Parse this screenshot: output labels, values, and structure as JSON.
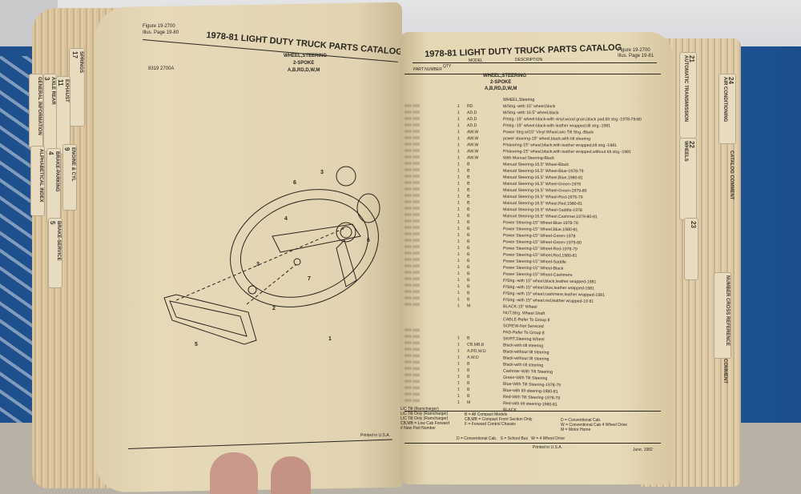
{
  "scene": "Open 1978-81 Light Duty Truck Parts Catalog binder showing steering wheel pages",
  "left_page": {
    "figure_ref": "Figure 19-2700",
    "illus_ref": "Illus. Page 19-80",
    "title": "1978-81 LIGHT DUTY TRUCK PARTS CATALOG",
    "section_title": "WHEEL,STEERING",
    "section_sub": "2-SPOKE",
    "section_models": "A,B,RD,D,W,M",
    "drawing_code": "8319 2700A",
    "footer": "Printed in U.S.A.",
    "diagram_callouts": [
      "1",
      "2",
      "3",
      "3",
      "4",
      "5",
      "6",
      "6",
      "7"
    ]
  },
  "right_page": {
    "figure_ref": "Figure 19-2700",
    "illus_ref": "Illus. Page 19-81",
    "title": "1978-81 LIGHT DUTY TRUCK PARTS CATALOG",
    "columns": [
      "PART NUMBER",
      "QTY",
      "MODEL",
      "DESCRIPTION"
    ],
    "section_title": "WHEEL,STEERING",
    "section_sub": "2-SPOKE",
    "section_models": "A,B,RD,D,W,M",
    "rows": [
      {
        "pn": "",
        "qty": "",
        "model": "",
        "desc": "WHEEL,Steering"
      },
      {
        "pn": "### ###",
        "qty": "1",
        "model": "RD",
        "desc": "M/Strg.-with 15\" wheel,black"
      },
      {
        "pn": "### ###",
        "qty": "1",
        "model": "AD,D",
        "desc": "M/Strg.-with 16.5\" wheel,black"
      },
      {
        "pn": "### ###",
        "qty": "1",
        "model": "AD,D",
        "desc": "P/strg.-15\" wheel-black-with vinyl,wood grain,black pad,tilt strg.-1978-79-80"
      },
      {
        "pn": "### ###",
        "qty": "1",
        "model": "AD,D",
        "desc": "P/strg.-15\" wheel-black-with leather wrapped,tilt strg.-1981"
      },
      {
        "pn": "### ###",
        "qty": "1",
        "model": "AW,W",
        "desc": "Power Strg.w/15\" Vinyl Wheel,w/o Tilt Strg.-Black"
      },
      {
        "pn": "### ###",
        "qty": "1",
        "model": "AW,W",
        "desc": "power steering-15\" wheel,black,with tilt steering"
      },
      {
        "pn": "### ###",
        "qty": "1",
        "model": "AW,W",
        "desc": "P/steering-15\" wheel,black,with leather wrapped,tilt strg.-1981"
      },
      {
        "pn": "### ###",
        "qty": "1",
        "model": "AW,W",
        "desc": "P/steering-15\" wheel,black,with leather wrapped,without tilt strg.-1981"
      },
      {
        "pn": "### ###",
        "qty": "1",
        "model": "AW,W",
        "desc": "With Manual Steering-Black"
      },
      {
        "pn": "### ###",
        "qty": "1",
        "model": "B",
        "desc": "Manual Steering-16.5\" Wheel-Black"
      },
      {
        "pn": "### ###",
        "qty": "1",
        "model": "B",
        "desc": "Manual Steering-16.5\" Wheel-Blue-1978-79"
      },
      {
        "pn": "### ###",
        "qty": "1",
        "model": "B",
        "desc": "Manual Steering-16.5\" Wheel,Blue,1980-81"
      },
      {
        "pn": "### ###",
        "qty": "1",
        "model": "B",
        "desc": "Manual Steering-16.5\" Wheel-Green-1978"
      },
      {
        "pn": "### ###",
        "qty": "1",
        "model": "B",
        "desc": "Manual Steering-16.5\" Wheel-Green-1979-80"
      },
      {
        "pn": "### ###",
        "qty": "1",
        "model": "B",
        "desc": "Manual Steering-16.5\" Wheel-Red-1976-79"
      },
      {
        "pn": "### ###",
        "qty": "1",
        "model": "B",
        "desc": "Manual Steering-16.5\" Wheel,Red,1980-81"
      },
      {
        "pn": "### ###",
        "qty": "1",
        "model": "B",
        "desc": "Manual Steering-16.5\" Wheel-Saddle-1978"
      },
      {
        "pn": "### ###",
        "qty": "1",
        "model": "B",
        "desc": "Manual Steering-16.5\" Wheel,Cashmer,1979-80-81"
      },
      {
        "pn": "### ###",
        "qty": "1",
        "model": "B",
        "desc": "Power Steering-15\" Wheel-Blue-1978-79"
      },
      {
        "pn": "### ###",
        "qty": "1",
        "model": "B",
        "desc": "Power Steering-15\" Wheel,Blue,1980-81"
      },
      {
        "pn": "### ###",
        "qty": "1",
        "model": "B",
        "desc": "Power Steering-15\" Wheel-Green-1978"
      },
      {
        "pn": "### ###",
        "qty": "1",
        "model": "B",
        "desc": "Power Steering-15\" Wheel-Green-1979-80"
      },
      {
        "pn": "### ###",
        "qty": "1",
        "model": "B",
        "desc": "Power Steering-15\" Wheel-Red-1978-79"
      },
      {
        "pn": "### ###",
        "qty": "1",
        "model": "B",
        "desc": "Power Steering-15\" Wheel,Red,1980-81"
      },
      {
        "pn": "### ###",
        "qty": "1",
        "model": "B",
        "desc": "Power Steering-15\" Wheel-Saddle"
      },
      {
        "pn": "### ###",
        "qty": "1",
        "model": "B",
        "desc": "Power Steering-15\" Wheel-Black"
      },
      {
        "pn": "### ###",
        "qty": "1",
        "model": "B",
        "desc": "Power Steering-15\" Wheel-Cashmere"
      },
      {
        "pn": "### ###",
        "qty": "1",
        "model": "B",
        "desc": "P/Strg.-with 15\" wheel,black,leather wrapped-1981"
      },
      {
        "pn": "### ###",
        "qty": "1",
        "model": "B",
        "desc": "P/Strg.-with 15\" wheel,blue,leather wrapped-1981"
      },
      {
        "pn": "### ###",
        "qty": "1",
        "model": "B",
        "desc": "P/Strg.-with 15\" wheel,cashmere,leather wrapped-1981"
      },
      {
        "pn": "### ###",
        "qty": "1",
        "model": "B",
        "desc": "P/Strg.-with 15\" wheel,red,leather wrapped-19    81"
      },
      {
        "pn": "### ###",
        "qty": "1",
        "model": "M",
        "desc": "BLACK-15\" Wheel"
      },
      {
        "pn": "",
        "qty": "",
        "model": "",
        "desc": "NUT,Strg. Wheel Shaft"
      },
      {
        "pn": "",
        "qty": "",
        "model": "",
        "desc": "CABLE-Refer To Group 8"
      },
      {
        "pn": "",
        "qty": "",
        "model": "",
        "desc": "SCREW-Not Serviced"
      },
      {
        "pn": "### ###",
        "qty": "",
        "model": "",
        "desc": "PAD-Refer To Group 8"
      },
      {
        "pn": "### ###",
        "qty": "1",
        "model": "B",
        "desc": "SKIRT,Steering Wheel"
      },
      {
        "pn": "### ###",
        "qty": "1",
        "model": "CB,MB,B",
        "desc": "Black-with tilt steering"
      },
      {
        "pn": "### ###",
        "qty": "1",
        "model": "A,RD,W,D",
        "desc": "Black-without tilt steering"
      },
      {
        "pn": "### ###",
        "qty": "1",
        "model": "A,W,D",
        "desc": "Black-without tilt steering"
      },
      {
        "pn": "### ###",
        "qty": "1",
        "model": "B",
        "desc": "Black-with tilt steering"
      },
      {
        "pn": "### ###",
        "qty": "1",
        "model": "B",
        "desc": "Cashmer-With Tilt Steering"
      },
      {
        "pn": "### ###",
        "qty": "1",
        "model": "B",
        "desc": "Green-With Tilt Steering"
      },
      {
        "pn": "### ###",
        "qty": "1",
        "model": "B",
        "desc": "Blue-With Tilt Steering-1978-79"
      },
      {
        "pn": "### ###",
        "qty": "1",
        "model": "B",
        "desc": "Blue-with tilt steering-1980-81"
      },
      {
        "pn": "### ###",
        "qty": "1",
        "model": "B",
        "desc": "Red-With Tilt Steering-1978-79"
      },
      {
        "pn": "### ###",
        "qty": "1",
        "model": "M",
        "desc": "Red-with tilt steering-1980-81"
      },
      {
        "pn": "",
        "qty": "",
        "model": "",
        "desc": "BLACK"
      }
    ],
    "legend": {
      "left": [
        "L/C Tilt (Ramcharger)",
        "L/C Tilt Only (Ramcharger)",
        "L/C Tilt Only (Ramcharger)",
        "CB,MB = Low Cab Forward",
        "# New Part Number"
      ],
      "mid": [
        "B = All Compact Models",
        "CB,MB = Compact Front Section Only",
        "F = Forward Control Chassis",
        "D = Conventional Cab.",
        "S = School Bus"
      ],
      "right": [
        "D = Conventional Cab.",
        "W = Conventional Cab 4 Wheel Drive",
        "M = Motor Home",
        "W = 4 Wheel Drive"
      ]
    },
    "footer": "Printed in U.S.A.",
    "date": "June, 1982"
  },
  "left_tabs": [
    {
      "num": "17",
      "label": "SPRINGS"
    },
    {
      "num": "11",
      "label": "EXHAUST"
    },
    {
      "num": "3",
      "label": "AXLE REAR"
    },
    {
      "num": "",
      "label": "GENERAL INFORMATION"
    },
    {
      "num": "",
      "label": "ALPHABETICAL INDEX"
    },
    {
      "num": "4",
      "label": "BRAKE-PARKING"
    },
    {
      "num": "9",
      "label": "ENGINE & CYL"
    },
    {
      "num": "5",
      "label": "BRAKE-SERVICE"
    }
  ],
  "right_tabs": [
    {
      "num": "21",
      "label": "AUTOMATIC TRANSMISSION"
    },
    {
      "num": "24",
      "label": "AIR CONDITIONING"
    },
    {
      "num": "22",
      "label": "WHEELS"
    },
    {
      "num": "23",
      "label": ""
    },
    {
      "num": "",
      "label": "CATALOG COMMENT"
    },
    {
      "num": "",
      "label": "NUMBER CROSS REFERENCE"
    },
    {
      "num": "",
      "label": "COMMENT"
    }
  ],
  "colors": {
    "paper": "#e6d9b8",
    "binder_blue": "#2460a4",
    "ink": "#2a2620"
  }
}
